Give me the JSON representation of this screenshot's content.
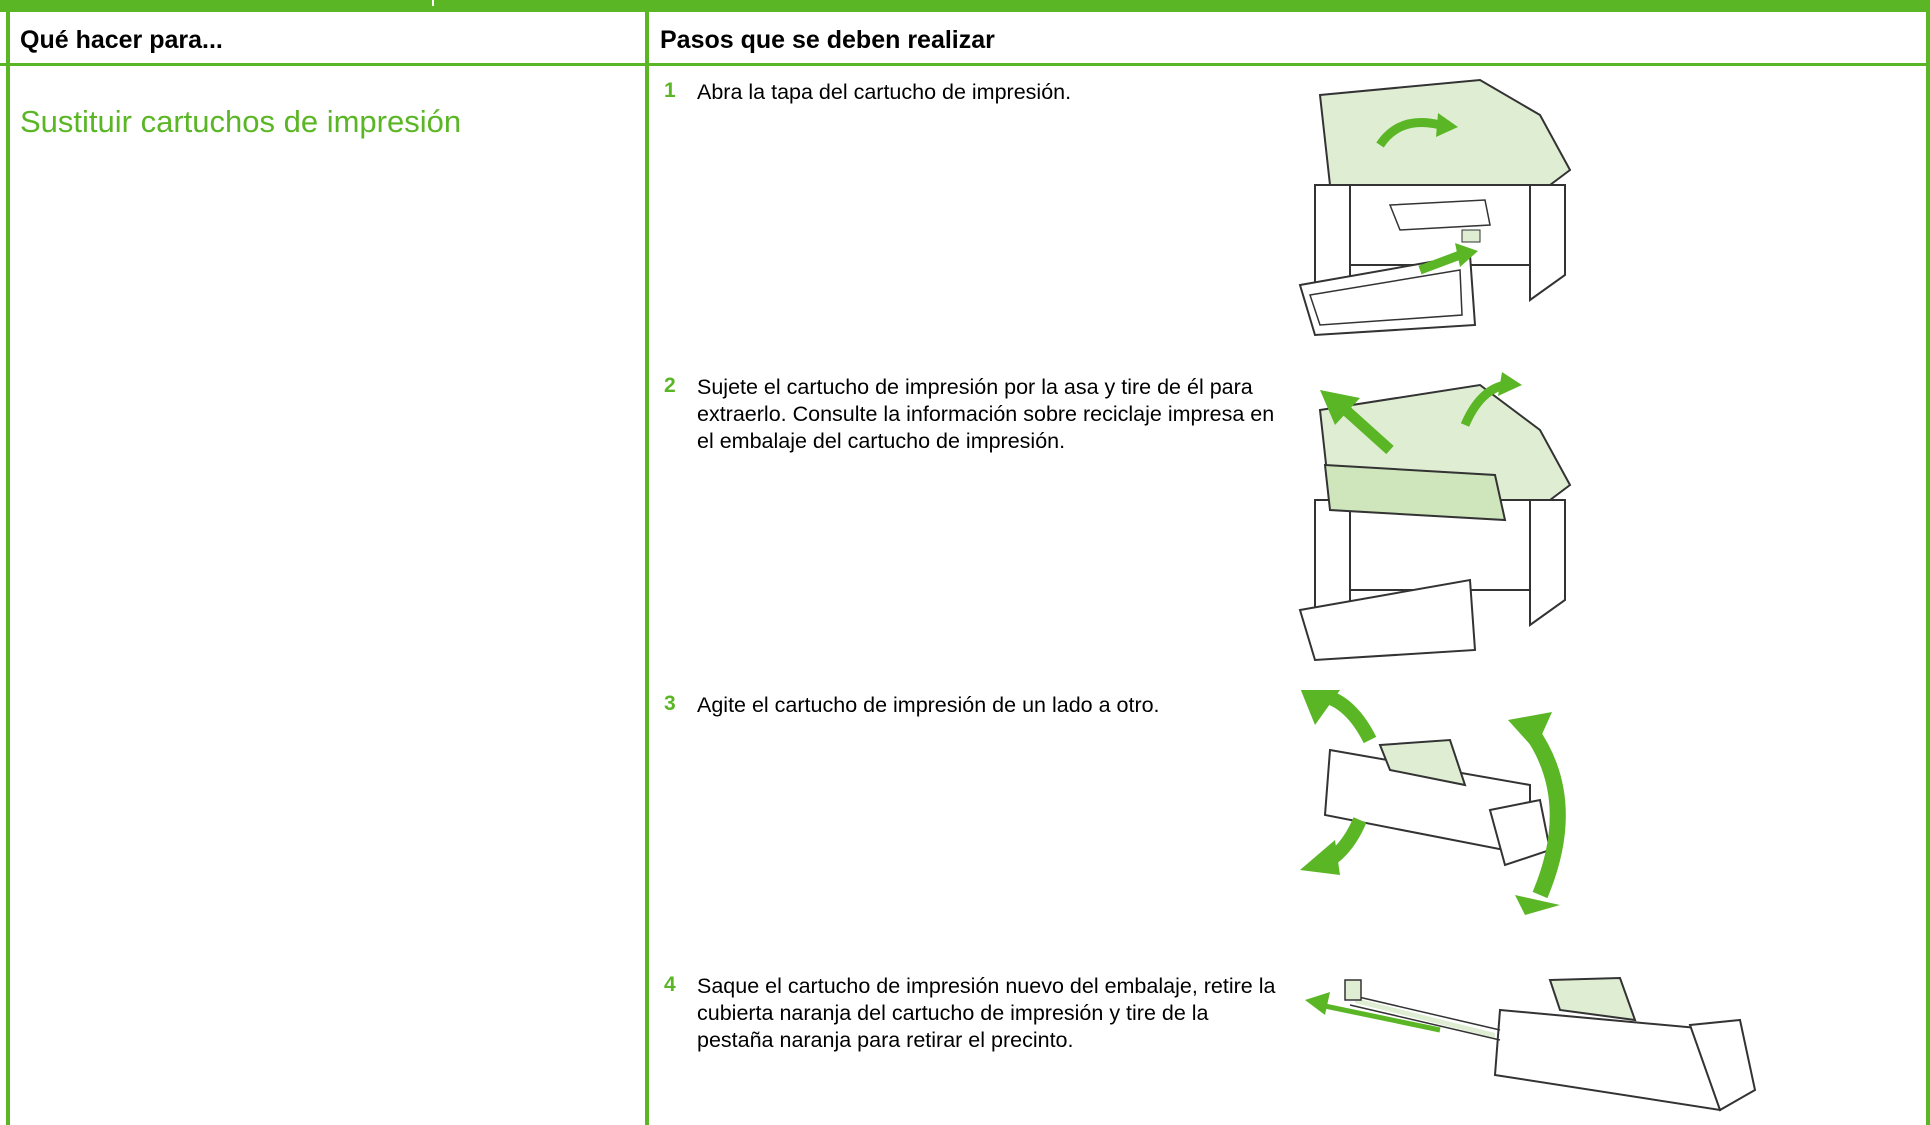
{
  "table": {
    "col1_header": "Qué hacer para...",
    "col2_header": "Pasos que se deben realizar"
  },
  "task": {
    "title": "Sustituir cartuchos de impresión"
  },
  "steps": [
    {
      "number": "1",
      "text": "Abra la tapa del cartucho de impresión."
    },
    {
      "number": "2",
      "text": "Sujete el cartucho de impresión por la asa y tire de él para extraerlo. Consulte la información sobre reciclaje impresa en el embalaje del cartucho de impresión."
    },
    {
      "number": "3",
      "text": "Agite el cartucho de impresión de un lado a otro."
    },
    {
      "number": "4",
      "text": "Saque el cartucho de impresión nuevo del embalaje, retire la cubierta naranja del cartucho de impresión y tire de la pestaña naranja para retirar el precinto."
    }
  ],
  "colors": {
    "accent": "#5bb626",
    "illustration_fill": "#dfeed3"
  }
}
